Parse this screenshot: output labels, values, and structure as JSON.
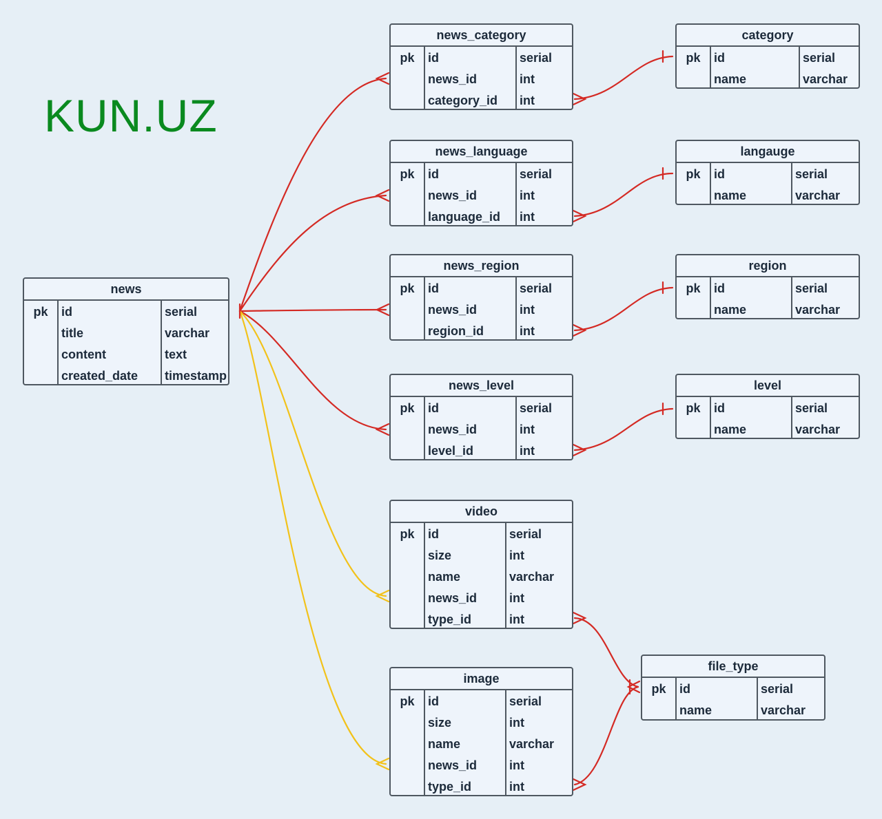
{
  "title": "KUN.UZ",
  "colors": {
    "relation": "#d42a24",
    "relation_yellow": "#f2c21a",
    "title": "#0a8a1f"
  },
  "tables": {
    "news": {
      "name": "news",
      "pk": "pk",
      "rows": [
        {
          "field": "id",
          "type": "serial"
        },
        {
          "field": "title",
          "type": "varchar"
        },
        {
          "field": "content",
          "type": "text"
        },
        {
          "field": "created_date",
          "type": "timestamp"
        }
      ]
    },
    "news_category": {
      "name": "news_category",
      "pk": "pk",
      "rows": [
        {
          "field": "id",
          "type": "serial"
        },
        {
          "field": "news_id",
          "type": "int"
        },
        {
          "field": "category_id",
          "type": "int"
        }
      ]
    },
    "category": {
      "name": "category",
      "pk": "pk",
      "rows": [
        {
          "field": "id",
          "type": "serial"
        },
        {
          "field": "name",
          "type": "varchar"
        }
      ]
    },
    "news_language": {
      "name": "news_language",
      "pk": "pk",
      "rows": [
        {
          "field": "id",
          "type": "serial"
        },
        {
          "field": "news_id",
          "type": "int"
        },
        {
          "field": "language_id",
          "type": "int"
        }
      ]
    },
    "langauge": {
      "name": "langauge",
      "pk": "pk",
      "rows": [
        {
          "field": "id",
          "type": "serial"
        },
        {
          "field": "name",
          "type": "varchar"
        }
      ]
    },
    "news_region": {
      "name": "news_region",
      "pk": "pk",
      "rows": [
        {
          "field": "id",
          "type": "serial"
        },
        {
          "field": "news_id",
          "type": "int"
        },
        {
          "field": "region_id",
          "type": "int"
        }
      ]
    },
    "region": {
      "name": "region",
      "pk": "pk",
      "rows": [
        {
          "field": "id",
          "type": "serial"
        },
        {
          "field": "name",
          "type": "varchar"
        }
      ]
    },
    "news_level": {
      "name": "news_level",
      "pk": "pk",
      "rows": [
        {
          "field": "id",
          "type": "serial"
        },
        {
          "field": "news_id",
          "type": "int"
        },
        {
          "field": "level_id",
          "type": "int"
        }
      ]
    },
    "level": {
      "name": "level",
      "pk": "pk",
      "rows": [
        {
          "field": "id",
          "type": "serial"
        },
        {
          "field": "name",
          "type": "varchar"
        }
      ]
    },
    "video": {
      "name": "video",
      "pk": "pk",
      "rows": [
        {
          "field": "id",
          "type": "serial"
        },
        {
          "field": "size",
          "type": "int"
        },
        {
          "field": "name",
          "type": "varchar"
        },
        {
          "field": "news_id",
          "type": "int"
        },
        {
          "field": "type_id",
          "type": "int"
        }
      ]
    },
    "image": {
      "name": "image",
      "pk": "pk",
      "rows": [
        {
          "field": "id",
          "type": "serial"
        },
        {
          "field": "size",
          "type": "int"
        },
        {
          "field": "name",
          "type": "varchar"
        },
        {
          "field": "news_id",
          "type": "int"
        },
        {
          "field": "type_id",
          "type": "int"
        }
      ]
    },
    "file_type": {
      "name": "file_type",
      "pk": "pk",
      "rows": [
        {
          "field": "id",
          "type": "serial"
        },
        {
          "field": "name",
          "type": "varchar"
        }
      ]
    }
  }
}
